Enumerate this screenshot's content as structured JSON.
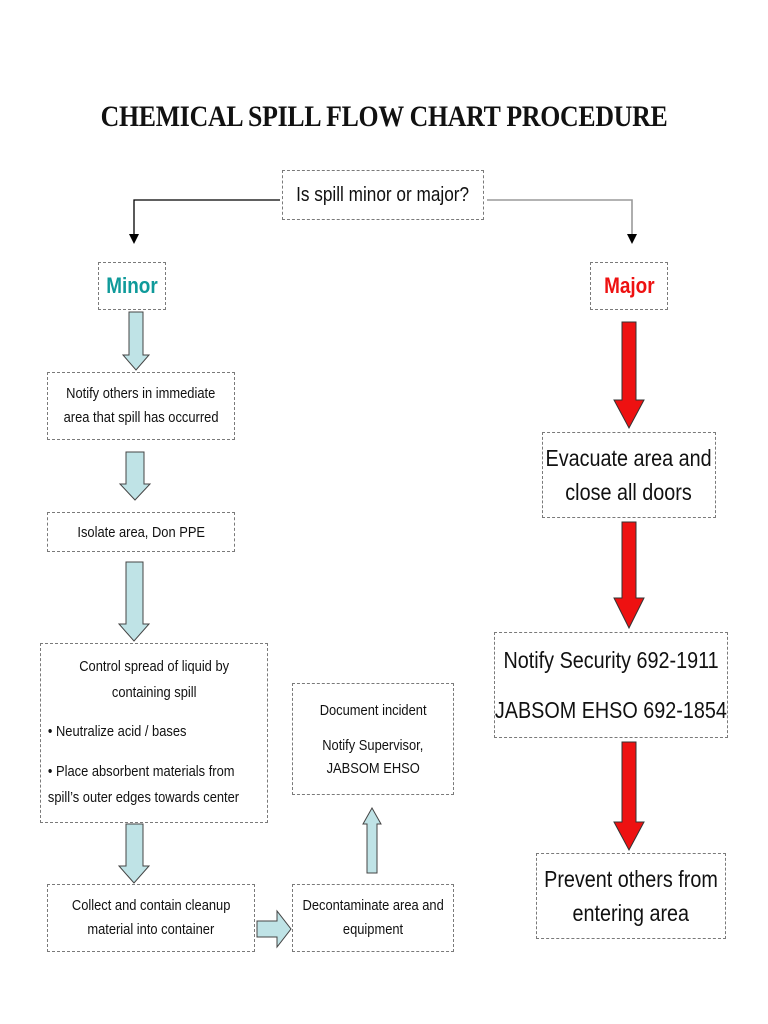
{
  "title": "CHEMICAL SPILL FLOW CHART PROCEDURE",
  "decision": "Is spill minor or major?",
  "minor": {
    "label": "Minor",
    "color": "#0f9a9a",
    "arrow_fill": "#bfe3e6",
    "steps": {
      "notify_line1": "Notify others in immediate",
      "notify_line2": "area that spill has occurred",
      "isolate": "Isolate area, Don PPE",
      "control_line1": "Control spread of liquid by",
      "control_line2": "containing spill",
      "bullet1": "•  Neutralize acid / bases",
      "bullet2_line1": "•  Place absorbent materials from",
      "bullet2_line2": "spill’s outer edges towards center",
      "collect_line1": "Collect and contain cleanup",
      "collect_line2": "material into container",
      "decon_line1": "Decontaminate area and",
      "decon_line2": "equipment",
      "document": "Document incident",
      "supervisor_line1": "Notify Supervisor,",
      "supervisor_line2": "JABSOM EHSO"
    }
  },
  "major": {
    "label": "Major",
    "color": "#ee1111",
    "arrow_fill": "#ee1111",
    "steps": {
      "evacuate_line1": "Evacuate area and",
      "evacuate_line2": "close all doors",
      "security": "Notify Security 692-1911",
      "ehso": "JABSOM EHSO 692-1854",
      "prevent_line1": "Prevent others from",
      "prevent_line2": "entering area"
    }
  }
}
